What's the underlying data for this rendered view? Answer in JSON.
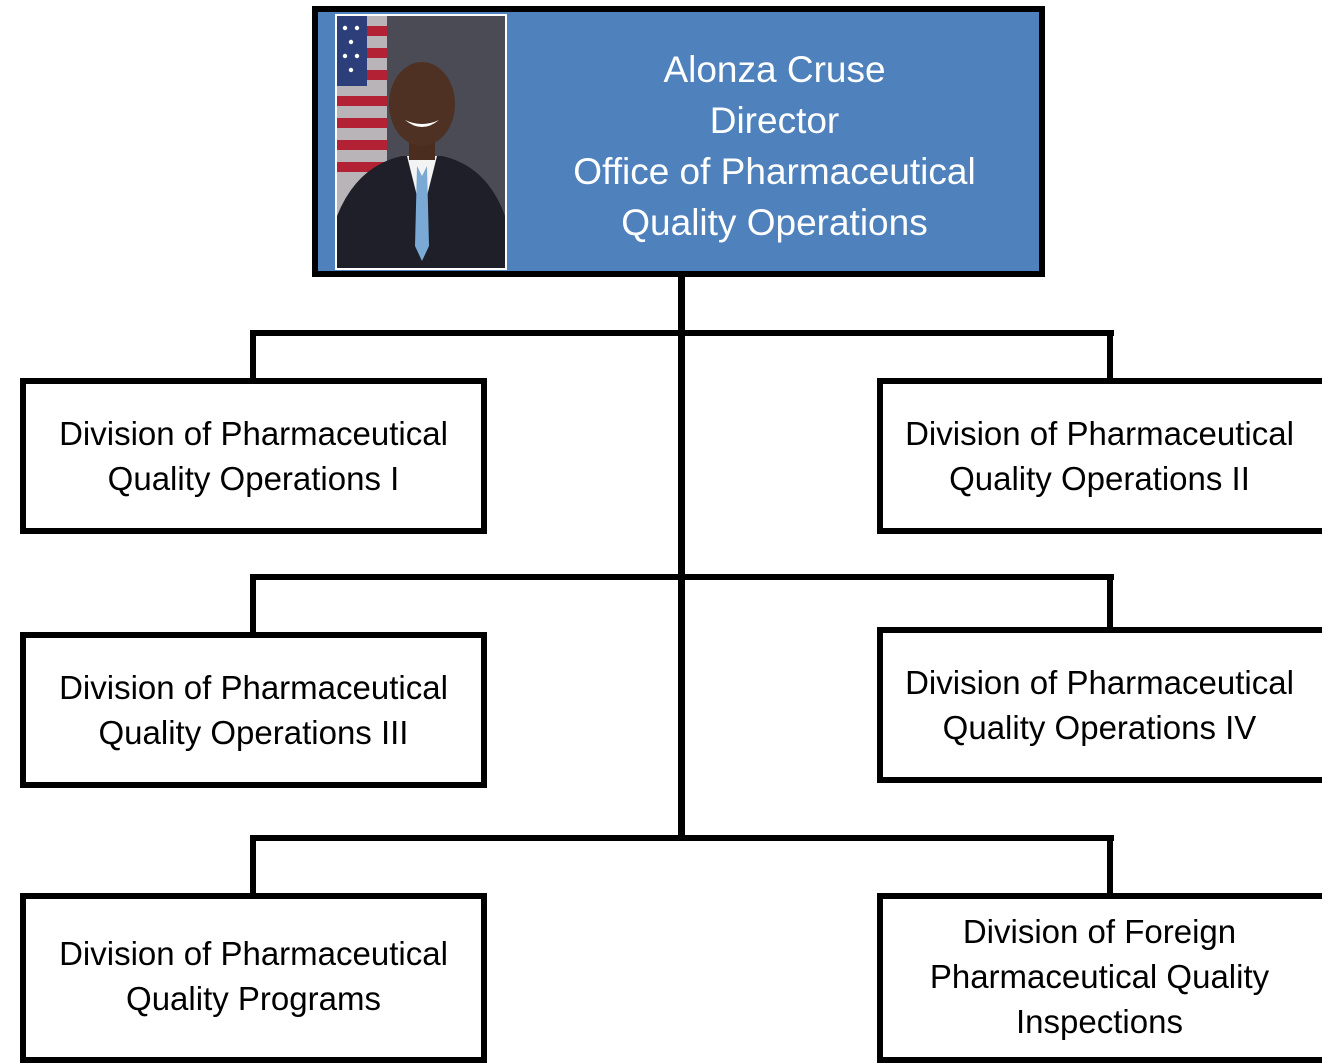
{
  "director": {
    "name": "Alonza Cruse",
    "title": "Director",
    "office_line1": "Office of Pharmaceutical",
    "office_line2": "Quality Operations"
  },
  "divisions": [
    {
      "line1": "Division of Pharmaceutical",
      "line2": "Quality Operations I"
    },
    {
      "line1": "Division of Pharmaceutical",
      "line2": "Quality Operations II"
    },
    {
      "line1": "Division of Pharmaceutical",
      "line2": "Quality Operations III"
    },
    {
      "line1": "Division of Pharmaceutical",
      "line2": "Quality Operations IV"
    },
    {
      "line1": "Division of Pharmaceutical",
      "line2": "Quality Programs"
    },
    {
      "line1": "Division of Foreign",
      "line2": "Pharmaceutical Quality",
      "line3": "Inspections"
    }
  ],
  "colors": {
    "header_fill": "#4f81bd",
    "header_text": "#ffffff",
    "lines": "#000000"
  }
}
